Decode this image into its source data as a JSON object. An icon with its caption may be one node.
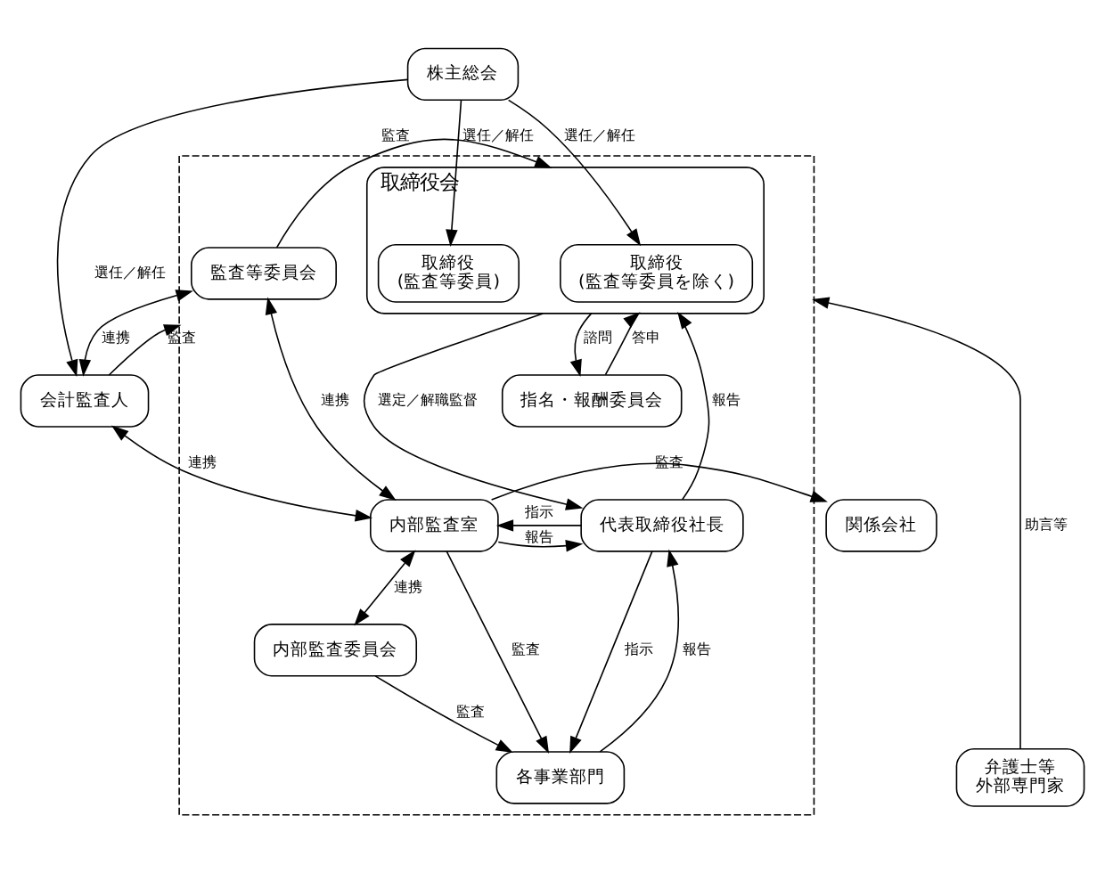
{
  "diagram": {
    "nodes": [
      {
        "text": [
          "株主総会"
        ]
      },
      {
        "text": [],
        "shape": "box"
      },
      {
        "text": [
          "取締役会"
        ],
        "in": 1
      },
      {
        "text": [
          "取締役",
          "(監査等委員を除く)"
        ],
        "in": 2
      },
      {
        "text": [
          "取締役",
          "(監査等委員)"
        ],
        "in": 2
      },
      {
        "text": [
          "監査等委員会"
        ],
        "in": 1
      },
      {
        "text": [
          "指名・報酬委員会"
        ],
        "in": 1
      },
      {
        "text": [
          "代表取締役社長"
        ],
        "in": 1
      },
      {
        "text": [
          "内部監査室"
        ],
        "in": 1
      },
      {
        "text": [
          "内部監査委員会"
        ],
        "in": 1
      },
      {
        "text": [
          "各事業部門"
        ],
        "in": 1
      },
      {
        "text": [
          "会計監査人"
        ]
      },
      {
        "text": [
          "関係会社"
        ]
      },
      {
        "text": [
          "弁護士等",
          "外部専門家"
        ]
      }
    ],
    "edges": [
      {
        "from": 0,
        "to": 3,
        "arrow": "to",
        "label": "選任／解任"
      },
      {
        "from": 0,
        "to": 4,
        "arrow": "to",
        "label": "選任／解任"
      },
      {
        "from": 0,
        "to": 11,
        "arrow": "to",
        "label": "選任／解任"
      },
      {
        "from": 5,
        "to": 2,
        "arrow": "to",
        "label": "監査"
      },
      {
        "from": 2,
        "to": 7,
        "arrow": "to",
        "label": "選定／解職監督"
      },
      {
        "from": 7,
        "to": 2,
        "arrow": "to",
        "label": "報告"
      },
      {
        "from": 2,
        "to": 6,
        "arrow": "to",
        "label": "諮問"
      },
      {
        "from": 6,
        "to": 2,
        "arrow": "to",
        "label": "答申"
      },
      {
        "from": 5,
        "to": 8,
        "arrow": "both",
        "label": "連携"
      },
      {
        "from": 5,
        "to": 11,
        "arrow": "both",
        "label": "連携"
      },
      {
        "from": 11,
        "to": 1,
        "arrow": "to",
        "label": "監査"
      },
      {
        "from": 11,
        "to": 8,
        "arrow": "both",
        "label": "連携"
      },
      {
        "from": 8,
        "to": 12,
        "arrow": "to",
        "label": "監査"
      },
      {
        "from": 7,
        "to": 8,
        "arrow": "to",
        "label": "指示"
      },
      {
        "from": 8,
        "to": 7,
        "arrow": "to",
        "label": "報告"
      },
      {
        "from": 7,
        "to": 10,
        "arrow": "to",
        "label": "指示"
      },
      {
        "from": 10,
        "to": 7,
        "arrow": "to",
        "label": "報告"
      },
      {
        "from": 8,
        "to": 9,
        "arrow": "both",
        "label": "連携"
      },
      {
        "from": 9,
        "to": 10,
        "arrow": "to",
        "label": "監査"
      },
      {
        "from": 8,
        "to": 10,
        "arrow": "to",
        "label": "監査"
      },
      {
        "from": 13,
        "to": 1,
        "arrow": "to",
        "label": "助言等"
      }
    ]
  }
}
